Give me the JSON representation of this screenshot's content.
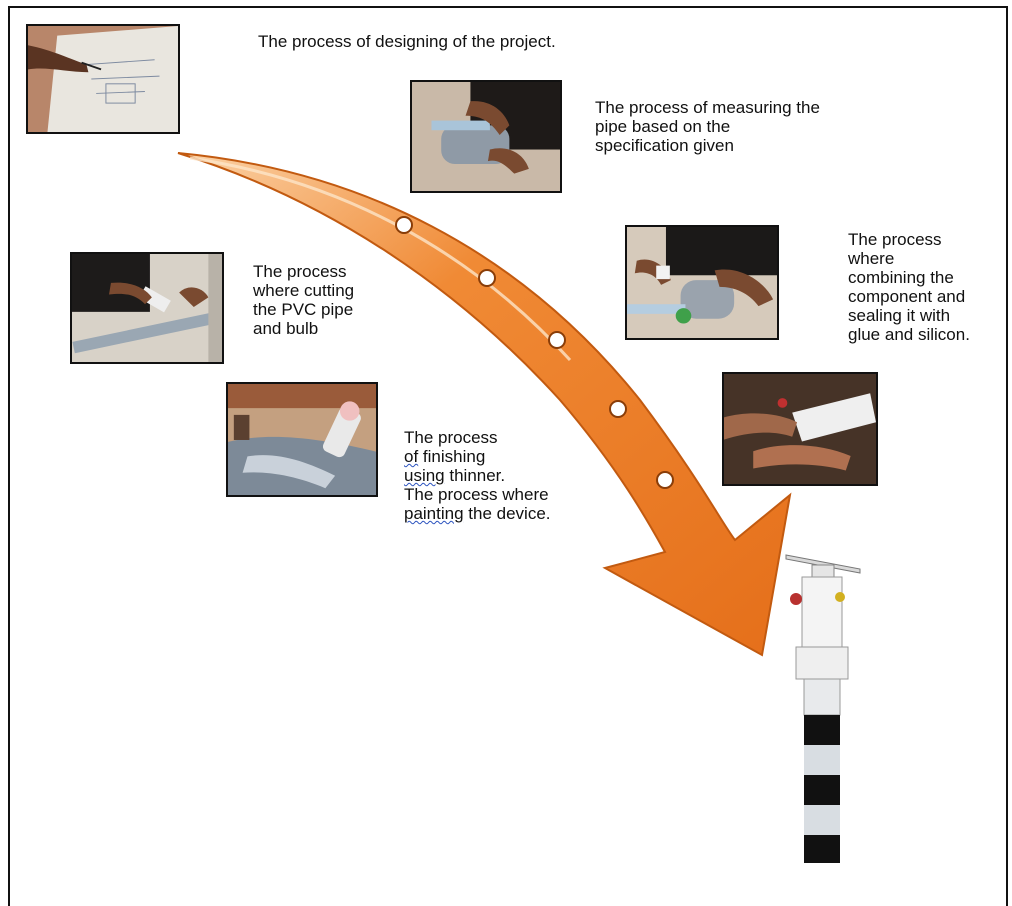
{
  "steps": [
    {
      "id": "design",
      "caption": "The process of designing of the project."
    },
    {
      "id": "measure",
      "caption": "The process of measuring the\npipe based on the\nspecification given"
    },
    {
      "id": "combine",
      "caption": "The process\nwhere\ncombining the\ncomponent and\nsealing it with\nglue and silicon."
    },
    {
      "id": "cut",
      "caption": "The process\nwhere cutting\nthe PVC pipe\nand bulb"
    },
    {
      "id": "finish",
      "caption_lines": [
        "The process",
        "of finishing",
        "using thinner.",
        "The process where",
        "painting the device."
      ]
    }
  ],
  "colors": {
    "arrow_fill": "#f08a35",
    "arrow_edge": "#c25a10",
    "arrow_light": "#fbd3a8",
    "frame": "#111111"
  },
  "icons": [
    "design-photo",
    "measuring-photo",
    "combining-photo",
    "cutting-photo",
    "finishing-photo",
    "device-illustration"
  ],
  "arrow_markers": 5
}
